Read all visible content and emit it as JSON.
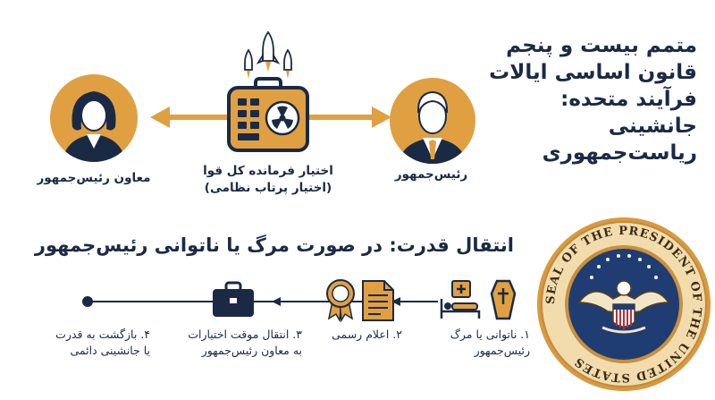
{
  "title_lines": [
    "متمم بیست و پنجم",
    "قانون اساسی ایالات",
    "فرآیند متحده:",
    "جانشینی",
    "ریاست‌جمهوری"
  ],
  "top_section": {
    "vice_president_label": "معاون رئیس‌جمهور",
    "military_line1": "اختیار فرمانده کل قوا",
    "military_line2": "(اختیار پرتاب نظامی)",
    "president_label": "رئیس‌جمهور"
  },
  "transfer": {
    "heading": "انتقال قدرت: در صورت مرگ یا ناتوانی رئیس‌جمهور",
    "steps": [
      {
        "line1": "۱. ناتوانی یا مرگ",
        "line2": "رئیس‌جمهور"
      },
      {
        "line1": "۲. اعلام رسمی",
        "line2": ""
      },
      {
        "line1": "۳. انتقال موقت اختیارات",
        "line2": "به معاون رئیس‌جمهور"
      },
      {
        "line1": "۴. بازگشت به قدرت",
        "line2": "یا جانشینی دائمی"
      }
    ]
  },
  "seal": {
    "ring_text": "SEAL OF THE PRESIDENT OF THE UNITED STATES"
  },
  "colors": {
    "navy": "#1b2a44",
    "gold": "#e0a042",
    "seal_blue": "#1f3d72"
  }
}
